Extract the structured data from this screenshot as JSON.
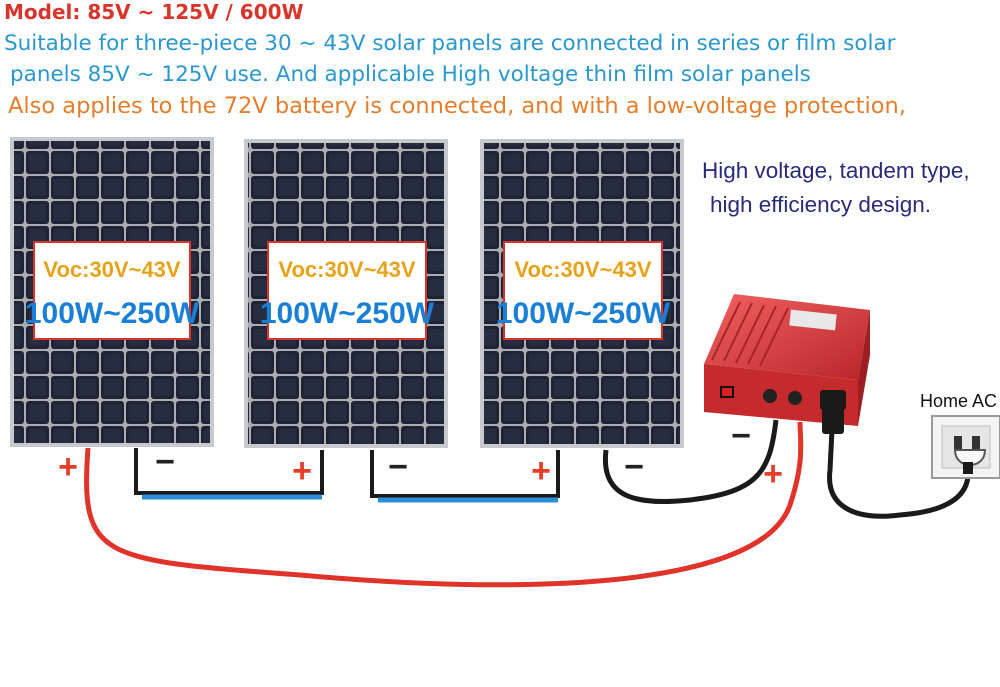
{
  "header": {
    "model": "Model: 85V ~ 125V / 600W",
    "desc_line1": "Suitable for three-piece 30 ~ 43V solar panels are connected in series or film solar",
    "desc_line2": "panels 85V ~ 125V use. And applicable High voltage thin film solar panels",
    "desc_line3": "Also applies to the 72V battery is connected, and with a low-voltage protection,"
  },
  "note": {
    "line1": "High voltage, tandem type,",
    "line2": "high efficiency design."
  },
  "panels": [
    {
      "voc": "Voc:30V~43V",
      "watt": "100W~250W",
      "plus": "+",
      "minus": "−"
    },
    {
      "voc": "Voc:30V~43V",
      "watt": "100W~250W",
      "plus": "+",
      "minus": "−"
    },
    {
      "voc": "Voc:30V~43V",
      "watt": "100W~250W",
      "plus": "+",
      "minus": "−"
    }
  ],
  "inverter": {
    "minus": "−",
    "plus": "+"
  },
  "outlet": {
    "label": "Home AC"
  },
  "colors": {
    "title_red": "#d9342b",
    "desc_blue": "#2a97cf",
    "desc_orange": "#e47d2c",
    "note_navy": "#2a2a7a",
    "voc_yellow": "#e8a21a",
    "watt_blue": "#1a7fd6",
    "wire_red": "#e0342a",
    "wire_blue": "#2a8fd6",
    "wire_black": "#1a1a1a",
    "inverter_red": "#e23a3a"
  }
}
